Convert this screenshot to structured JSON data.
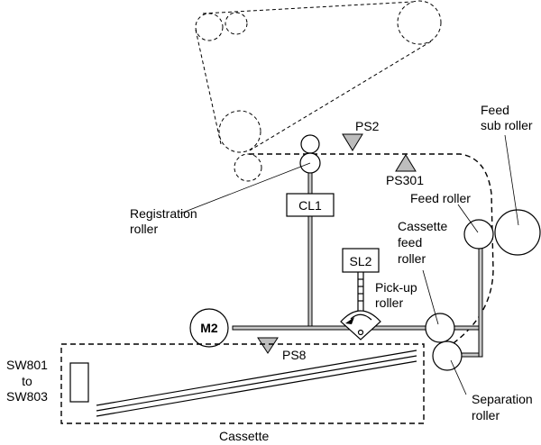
{
  "diagram": {
    "title": "Cassette pickup drive diagram",
    "components": {
      "motor": "M2",
      "clutch": "CL1",
      "solenoid": "SL2"
    },
    "sensors": {
      "ps2": "PS2",
      "ps301": "PS301",
      "ps8": "PS8"
    },
    "labels": {
      "registration_roller_1": "Registration",
      "registration_roller_2": "roller",
      "feed_sub_roller_1": "Feed",
      "feed_sub_roller_2": "sub roller",
      "feed_roller": "Feed roller",
      "cassette_feed_roller_1": "Cassette",
      "cassette_feed_roller_2": "feed",
      "cassette_feed_roller_3": "roller",
      "pickup_roller_1": "Pick-up",
      "pickup_roller_2": "roller",
      "separation_roller_1": "Separation",
      "separation_roller_2": "roller",
      "switches_1": "SW801",
      "switches_2": "to",
      "switches_3": "SW803",
      "cassette": "Cassette"
    }
  }
}
